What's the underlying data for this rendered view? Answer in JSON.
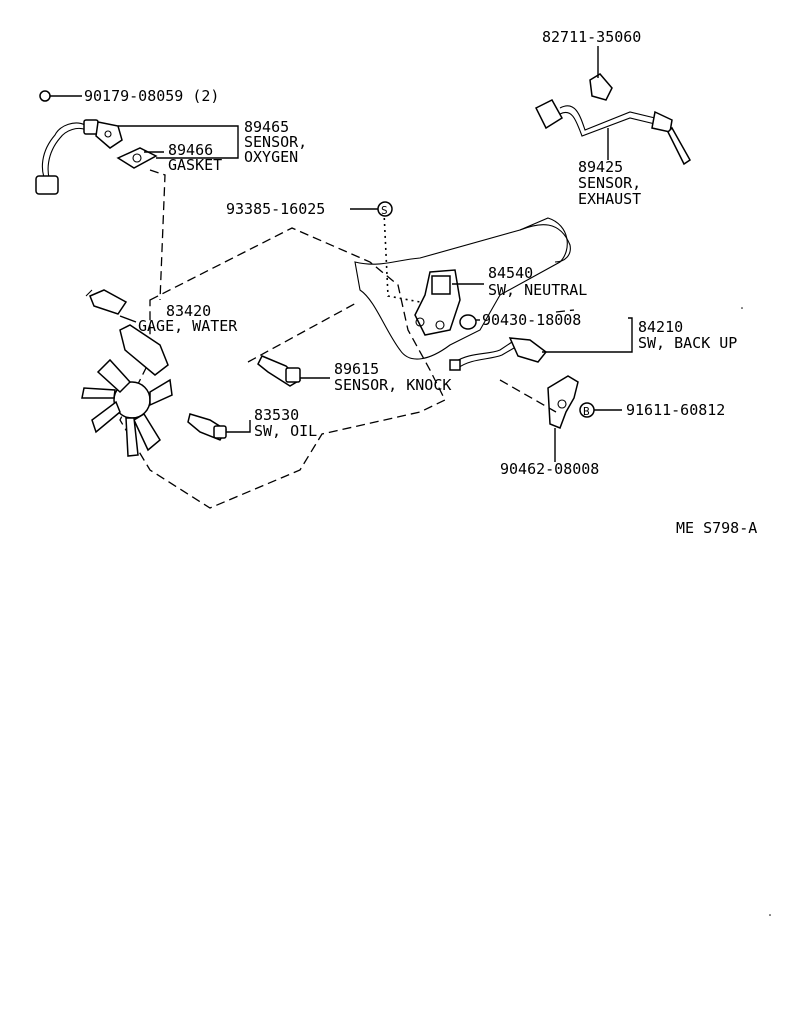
{
  "parts": {
    "p90179": {
      "number": "90179-08059 (2)"
    },
    "p89465": {
      "number": "89465",
      "desc1": "SENSOR,",
      "desc2": "OXYGEN"
    },
    "p89466": {
      "number": "89466",
      "desc": "GASKET"
    },
    "p82711": {
      "number": "82711-35060"
    },
    "p89425": {
      "number": "89425",
      "desc1": "SENSOR,",
      "desc2": "EXHAUST"
    },
    "p93385": {
      "number": "93385-16025",
      "symbol": "S"
    },
    "p84540": {
      "number": "84540",
      "desc": "SW, NEUTRAL"
    },
    "p83420": {
      "number": "83420",
      "desc": "GAGE, WATER"
    },
    "p90430": {
      "number": "90430-18008"
    },
    "p84210": {
      "number": "84210",
      "desc": "SW, BACK UP"
    },
    "p89615": {
      "number": "89615",
      "desc": "SENSOR, KNOCK"
    },
    "p83530": {
      "number": "83530",
      "desc": "SW, OIL"
    },
    "p91611": {
      "number": "91611-60812",
      "symbol": "B"
    },
    "p90462": {
      "number": "90462-08008"
    }
  },
  "diagram_code": "ME  S798-A"
}
